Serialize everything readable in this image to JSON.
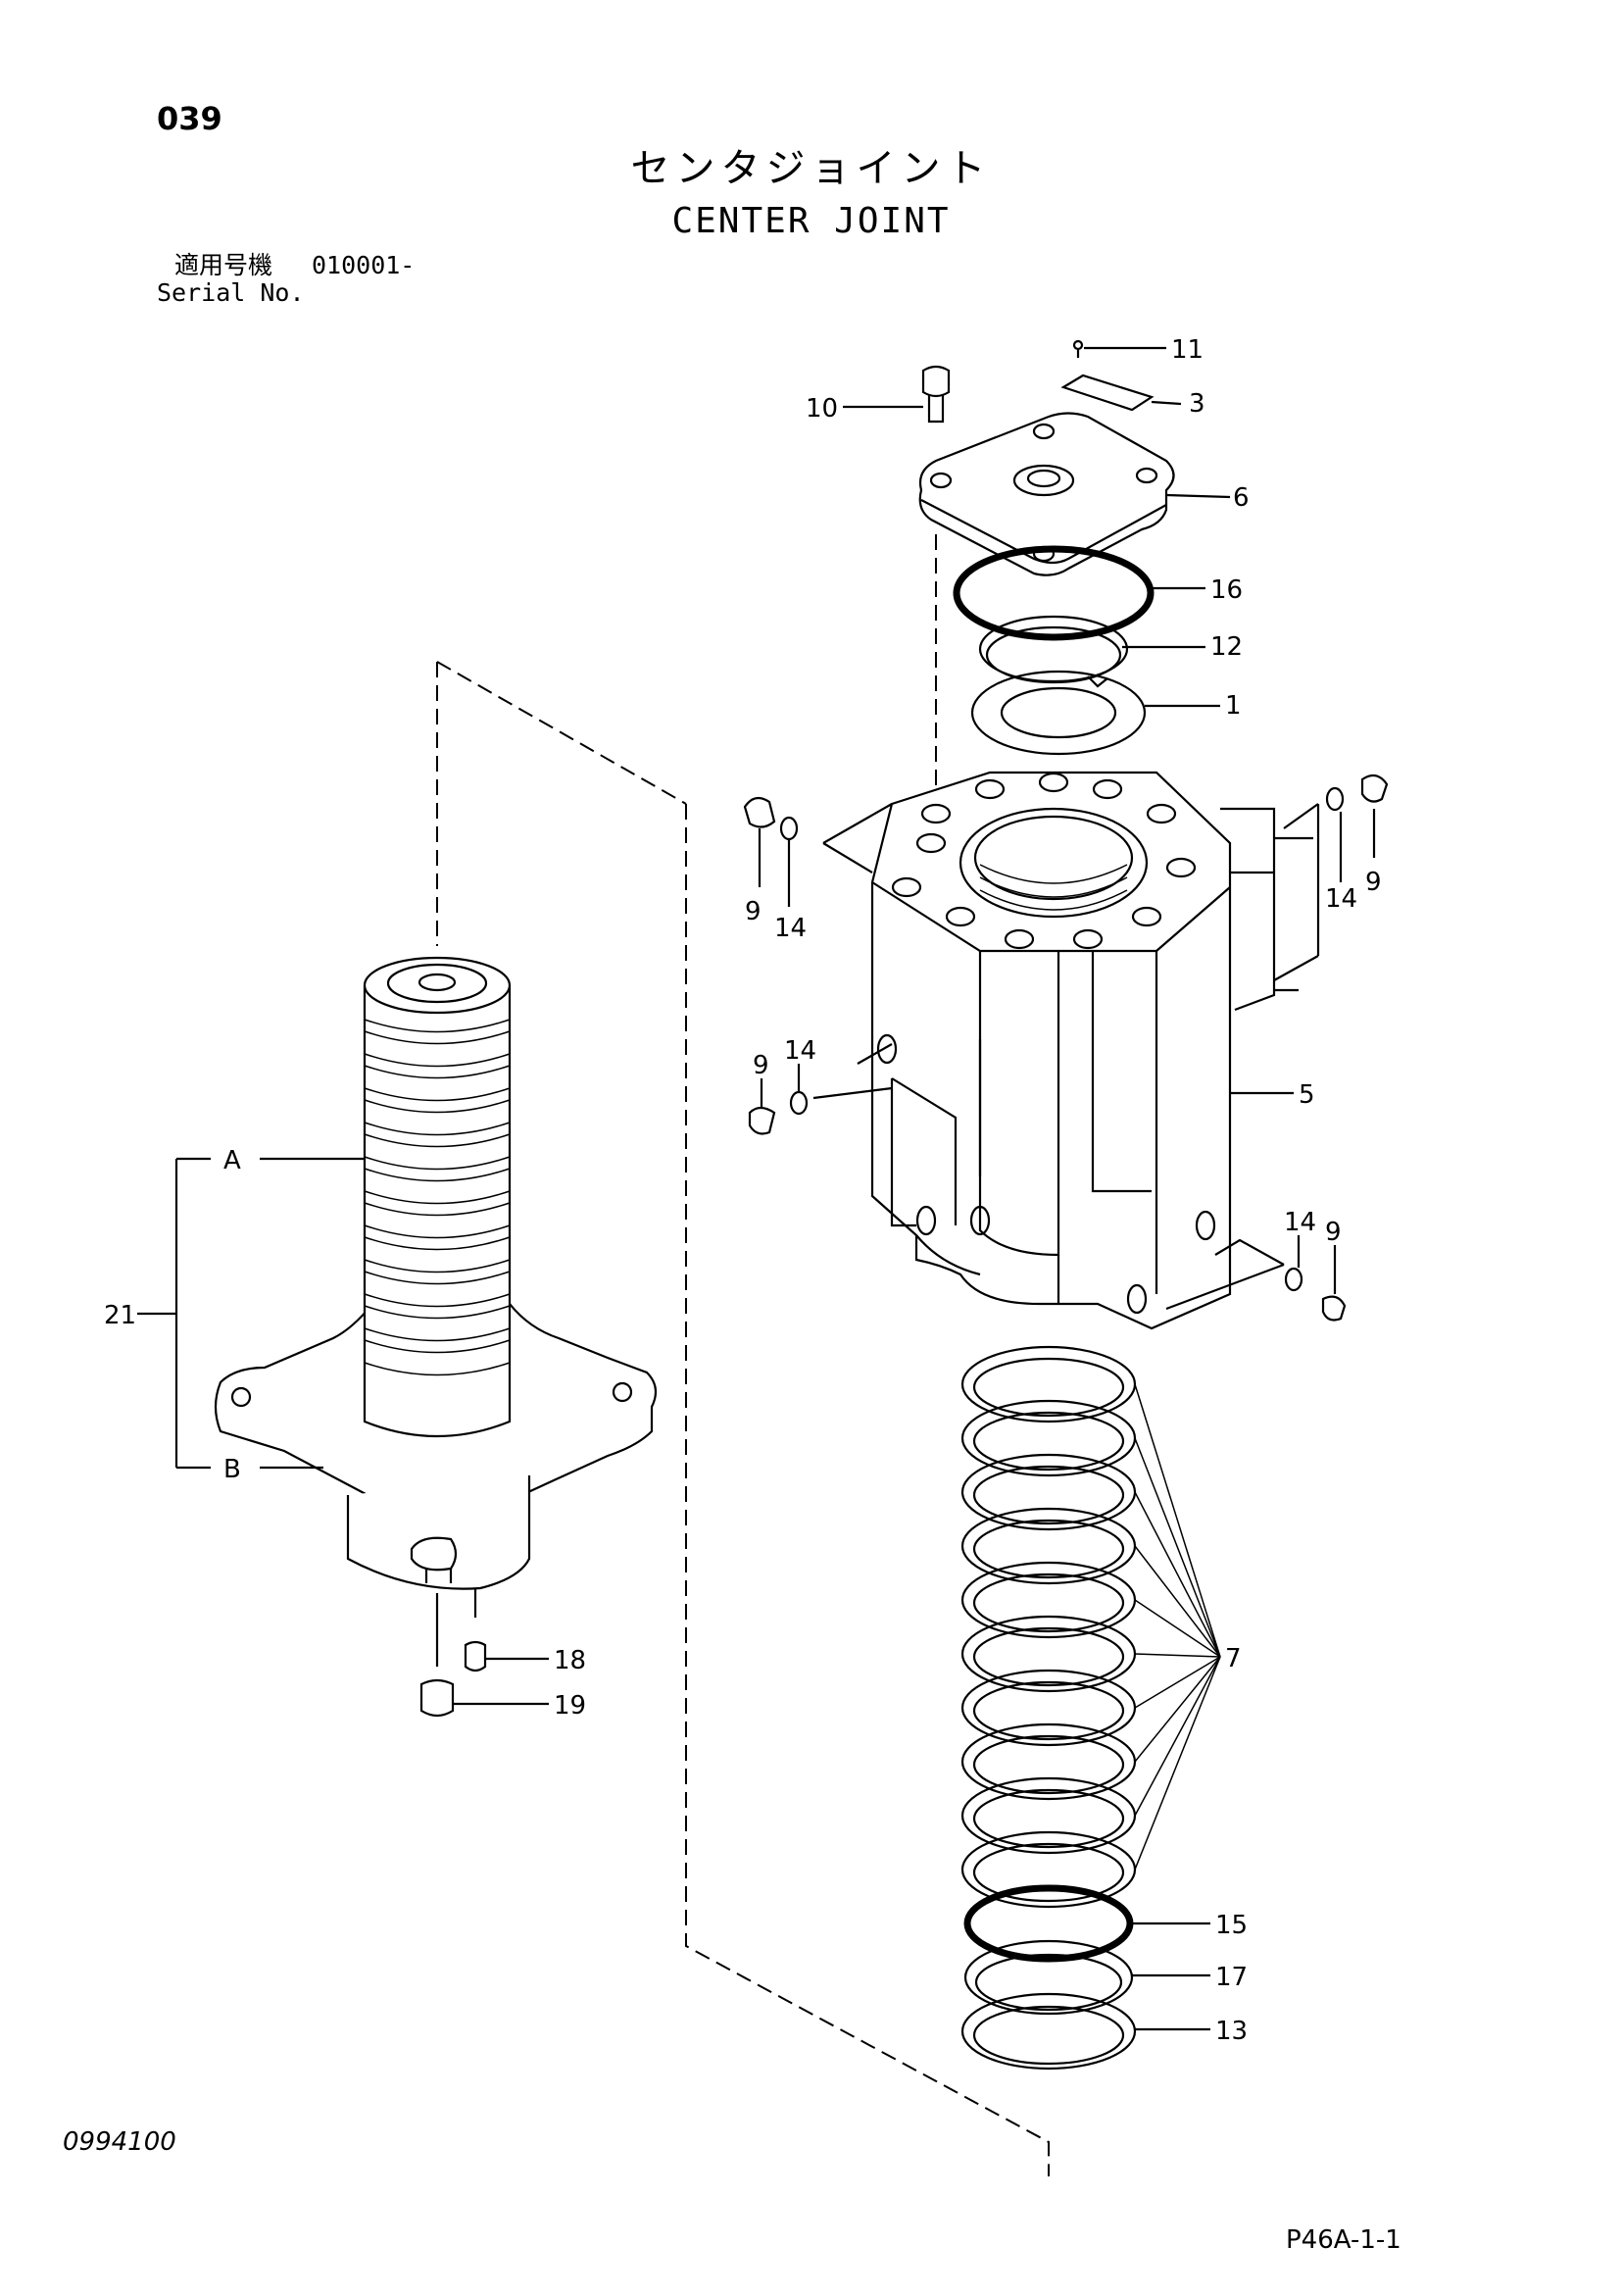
{
  "header": {
    "page_number": "039",
    "title_jp": "センタジョイント",
    "title_en": "CENTER JOINT",
    "serial_label_jp": "適用号機",
    "serial_value": "010001-",
    "serial_label_en": "Serial No."
  },
  "footer": {
    "document_number": "0994100",
    "figure_reference": "P46A-1-1"
  },
  "callouts": {
    "c1": "1",
    "c3": "3",
    "c5": "5",
    "c6": "6",
    "c7": "7",
    "c9a": "9",
    "c9b": "9",
    "c9c": "9",
    "c9d": "9",
    "c10": "10",
    "c11": "11",
    "c12": "12",
    "c13": "13",
    "c14a": "14",
    "c14b": "14",
    "c14c": "14",
    "c14d": "14",
    "c15": "15",
    "c16": "16",
    "c17": "17",
    "c18": "18",
    "c19": "19",
    "c21": "21",
    "cA": "A",
    "cB": "B"
  }
}
